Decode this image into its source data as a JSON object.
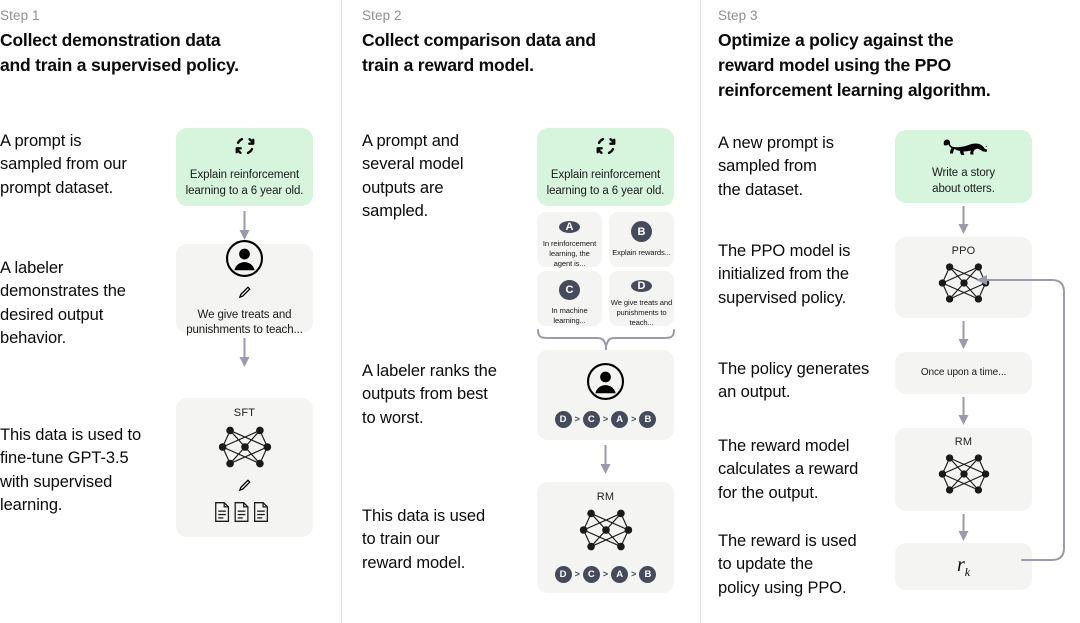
{
  "meta": {
    "accent_green": "#d7f5dd",
    "card_grey": "#f4f4f2",
    "badge_dark": "#454a5c",
    "arrow_color": "#9a9aad",
    "divider": "#e3e3e3"
  },
  "columns": [
    {
      "step_label": "Step 1",
      "title": "Collect demonstration data\nand train a supervised policy.",
      "captions": [
        "A prompt is\nsampled from our\nprompt dataset.",
        "A labeler\ndemonstrates the\ndesired output\nbehavior.",
        "This data is used to\nfine-tune GPT-3.5\nwith supervised\nlearning."
      ],
      "cards": [
        {
          "kind": "prompt",
          "icon": "refresh-cycle-icon",
          "text": "Explain reinforcement\nlearning to a 6 year old."
        },
        {
          "kind": "labeler",
          "icon": "person-avatar-icon",
          "sub_icon": "pencil-icon",
          "text": "We give treats and\npunishments to teach..."
        },
        {
          "kind": "model",
          "title": "SFT",
          "icon": "neural-network-icon",
          "sub_icon": "pencil-icon",
          "extra_icon": "documents-icon"
        }
      ]
    },
    {
      "step_label": "Step 2",
      "title": "Collect comparison data and\ntrain a reward model.",
      "captions": [
        "A prompt and\nseveral model\noutputs are\nsampled.",
        "A labeler ranks the\noutputs from best\nto worst.",
        "This data is used\nto train our\nreward model."
      ],
      "cards": [
        {
          "kind": "prompt",
          "icon": "refresh-cycle-icon",
          "text": "Explain reinforcement\nlearning to a 6 year old."
        },
        {
          "kind": "labeler-rank",
          "icon": "person-avatar-icon",
          "ranking": [
            "D",
            "C",
            "A",
            "B"
          ]
        },
        {
          "kind": "model-rank",
          "title": "RM",
          "icon": "neural-network-icon",
          "ranking": [
            "D",
            "C",
            "A",
            "B"
          ]
        }
      ],
      "outputs": [
        {
          "letter": "A",
          "text": "In reinforcement\nlearning, the\nagent is..."
        },
        {
          "letter": "B",
          "text": "Explain rewards..."
        },
        {
          "letter": "C",
          "text": "In machine\nlearning..."
        },
        {
          "letter": "D",
          "text": "We give treats and\npunishments to\nteach..."
        }
      ]
    },
    {
      "step_label": "Step 3",
      "title": "Optimize a policy against the\nreward model using the PPO\nreinforcement learning algorithm.",
      "captions": [
        "A new prompt is\nsampled from\nthe dataset.",
        "The PPO model is\ninitialized from the\nsupervised policy.",
        "The policy generates\nan output.",
        "The reward model\ncalculates a reward\nfor the output.",
        "The reward is used\nto update the\npolicy using PPO."
      ],
      "cards": [
        {
          "kind": "prompt-otter",
          "icon": "otter-icon",
          "text": "Write a story\nabout otters."
        },
        {
          "kind": "model",
          "title": "PPO",
          "icon": "neural-network-icon"
        },
        {
          "kind": "output",
          "text": "Once upon a time..."
        },
        {
          "kind": "model",
          "title": "RM",
          "icon": "neural-network-icon"
        },
        {
          "kind": "reward",
          "symbol": "r",
          "subscript": "k"
        }
      ]
    }
  ]
}
